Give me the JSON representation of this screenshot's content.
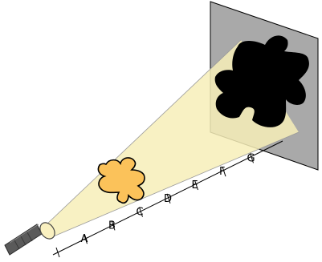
{
  "diagram": {
    "ruler_labels": [
      "A",
      "B",
      "C",
      "D",
      "E",
      "F",
      "G"
    ],
    "objects": {
      "flashlight": "flashlight-icon",
      "puzzle_piece": "puzzle-piece-icon",
      "shadow": "puzzle-shadow",
      "screen": "projection-screen"
    },
    "colors": {
      "background": "#ffffff",
      "light_beam": "#f7eeb8",
      "puzzle_piece": "#fbc25a",
      "shadow": "#000000",
      "screen": "#a9a9a9",
      "outline": "#000000"
    }
  }
}
